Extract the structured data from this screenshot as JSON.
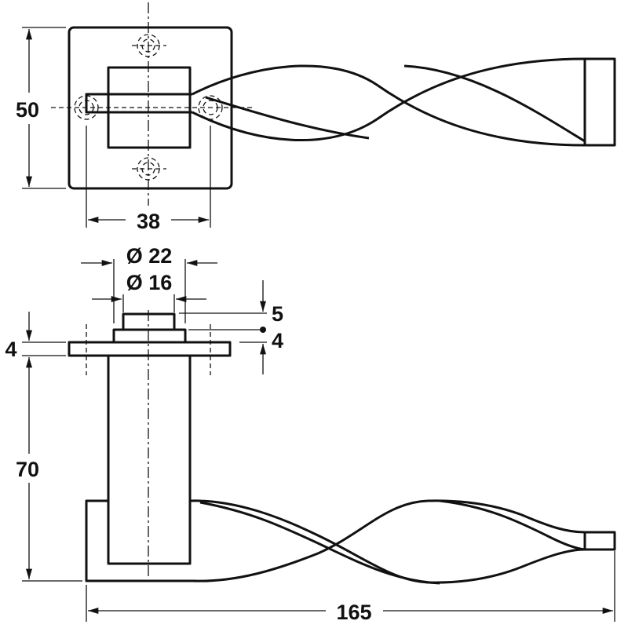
{
  "drawing": {
    "title": "Twisted lever handle on square rose - dimensions",
    "colors": {
      "line": "#111111",
      "background": "#ffffff"
    },
    "dimensions": {
      "rose_height": "50",
      "fixing_centres": "38",
      "outer_diameter": "Ø 22",
      "inner_diameter": "Ø 16",
      "boss_height": "5",
      "step_height": "4",
      "rose_thickness": "4",
      "lever_height": "70",
      "lever_length": "165"
    }
  }
}
